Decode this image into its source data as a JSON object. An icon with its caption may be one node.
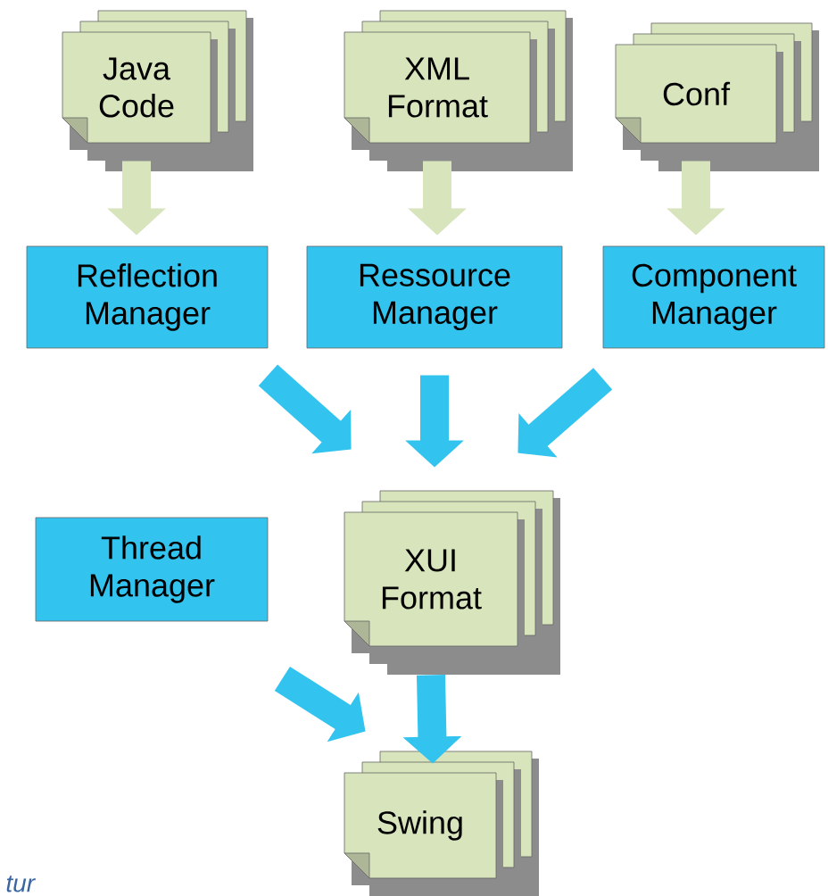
{
  "diagram": {
    "nodes": [
      {
        "text": [
          "Java Code"
        ]
      },
      {
        "text": [
          "XML Format"
        ]
      },
      {
        "text": [
          "Conf"
        ]
      },
      {
        "text": [
          "Reflection Manager"
        ]
      },
      {
        "text": [
          "Ressource Manager"
        ]
      },
      {
        "text": [
          "Component Manager"
        ]
      },
      {
        "text": [
          "Thread Manager"
        ]
      },
      {
        "text": [
          "XUI Format"
        ]
      },
      {
        "text": [
          "Swing"
        ]
      }
    ],
    "edges": [
      {
        "from": 0,
        "to": 3,
        "arrow": "to",
        "color": "#d8e4bc"
      },
      {
        "from": 1,
        "to": 4,
        "arrow": "to",
        "color": "#d8e4bc"
      },
      {
        "from": 2,
        "to": 5,
        "arrow": "to",
        "color": "#d8e4bc"
      },
      {
        "from": 3,
        "to": 7,
        "arrow": "to"
      },
      {
        "from": 4,
        "to": 7,
        "arrow": "to"
      },
      {
        "from": 5,
        "to": 7,
        "arrow": "to"
      },
      {
        "from": 6,
        "to": 8,
        "arrow": "to"
      },
      {
        "from": 7,
        "to": 8,
        "arrow": "to"
      }
    ],
    "labels": [
      "tur"
    ]
  }
}
